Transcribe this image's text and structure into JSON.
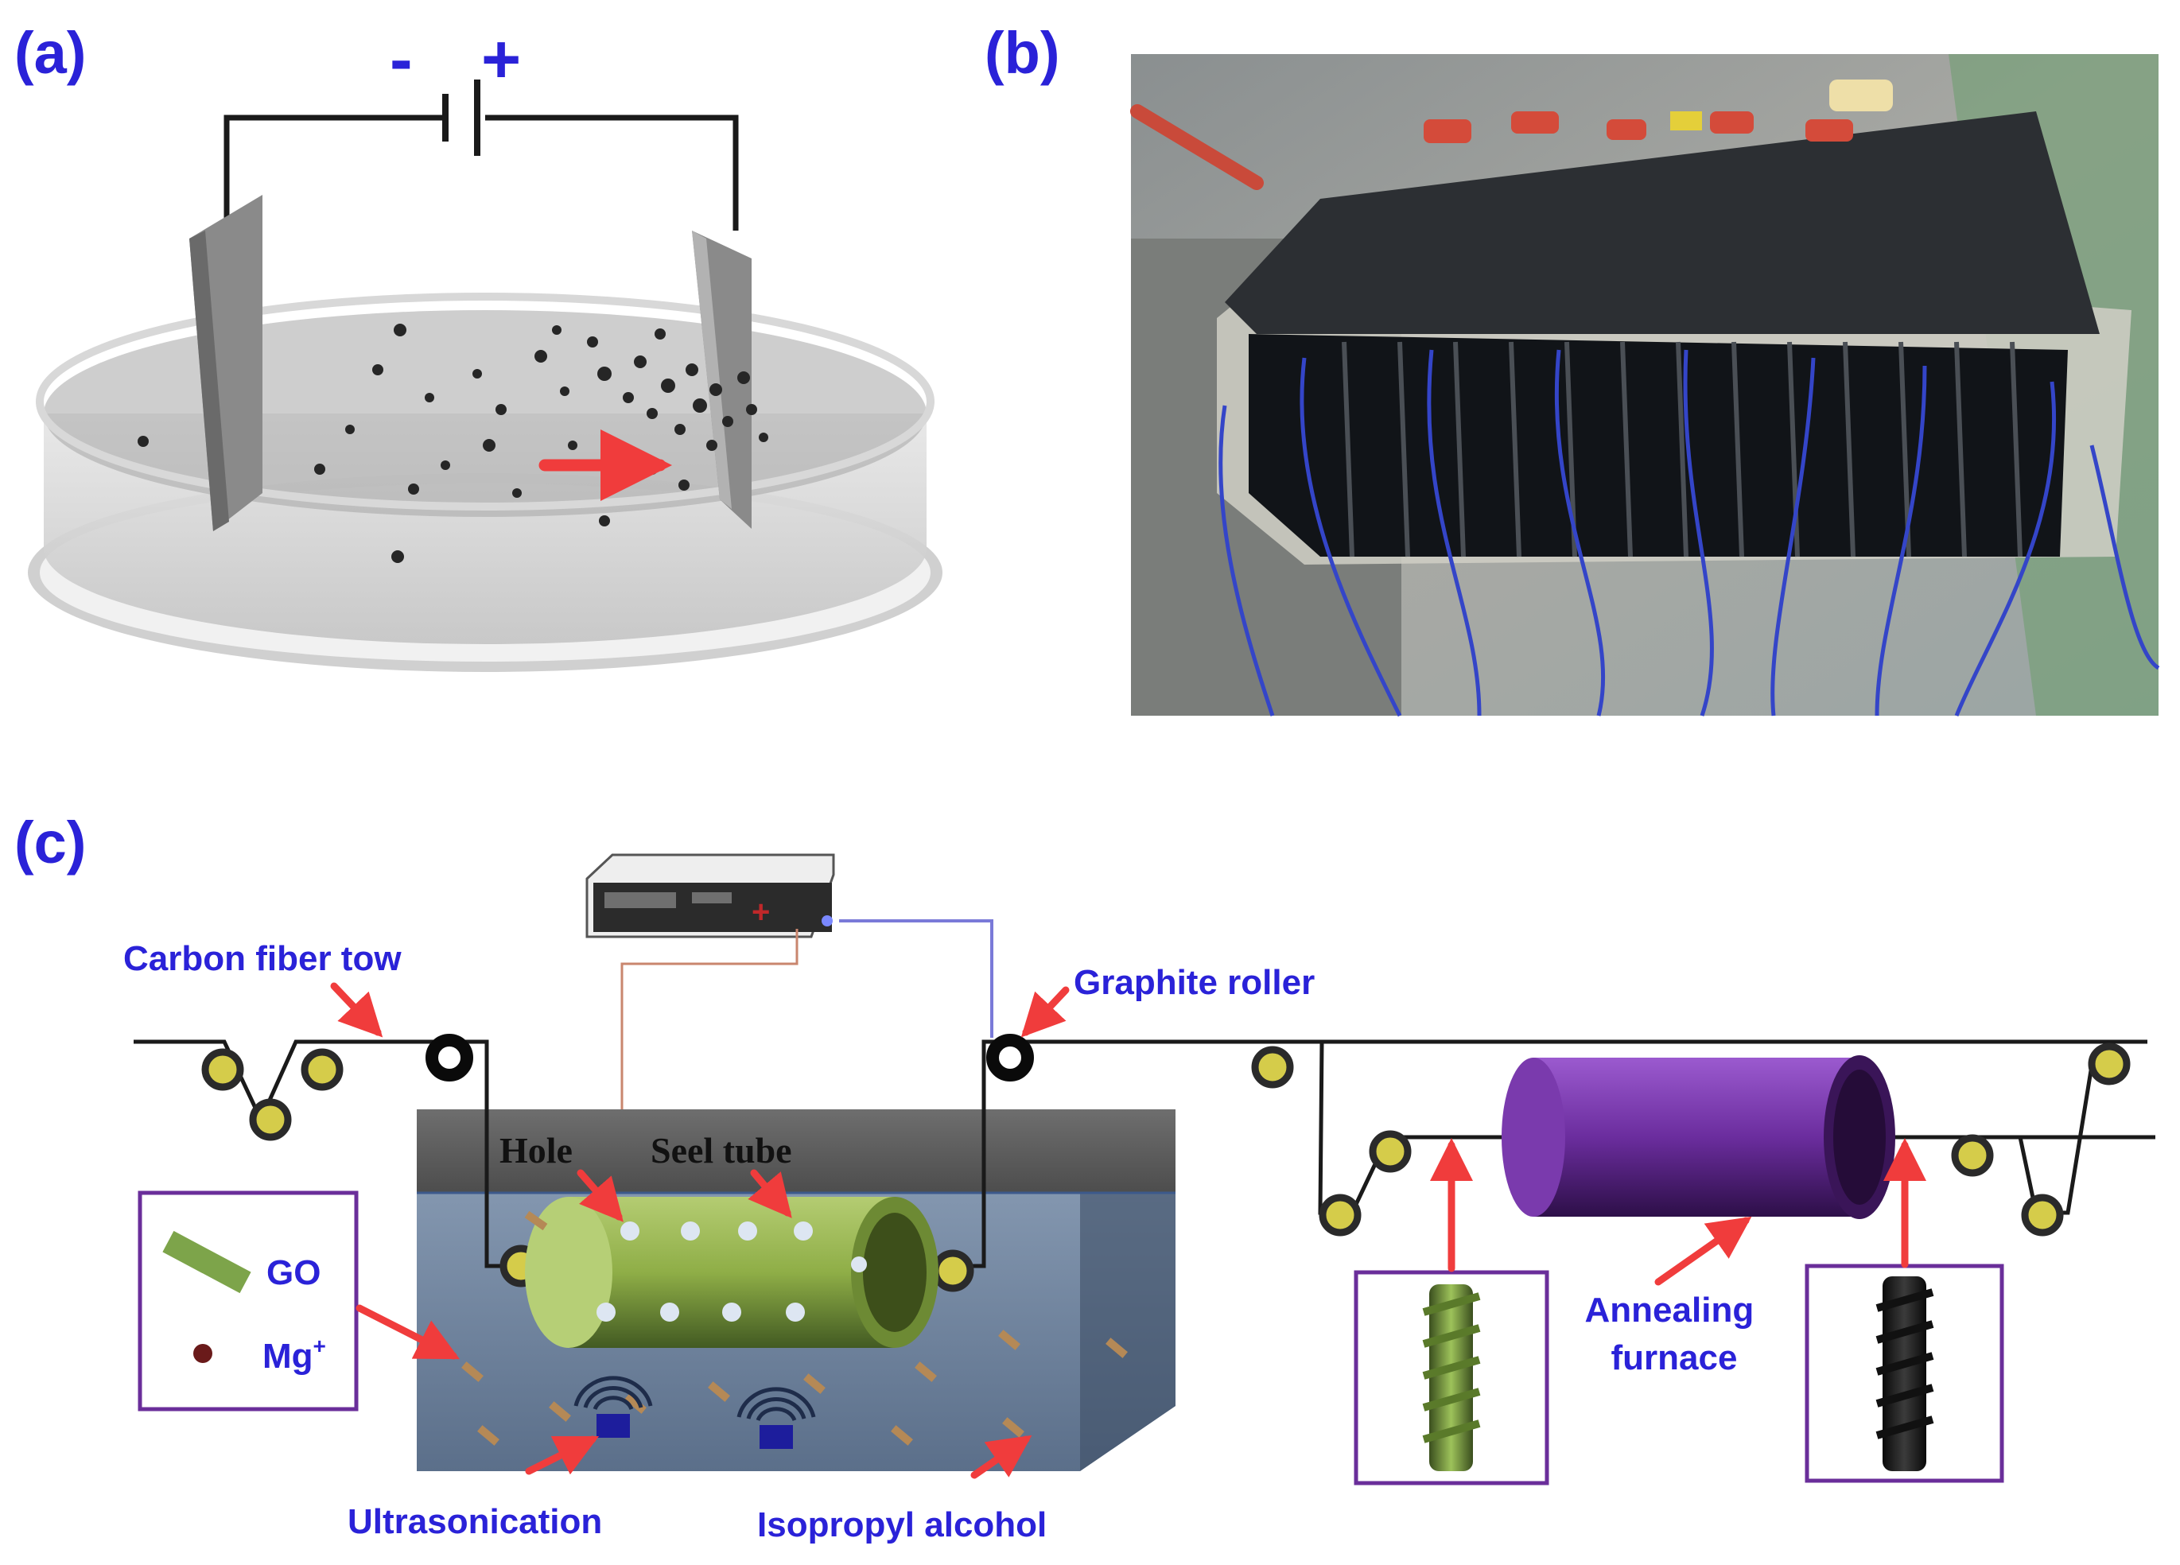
{
  "panels": {
    "a": {
      "label": "(a)",
      "polarity_minus": "-",
      "polarity_plus": "+"
    },
    "b": {
      "label": "(b)"
    },
    "c": {
      "label": "(c)",
      "labels": {
        "carbon_fiber_tow": "Carbon fiber tow",
        "graphite_roller": "Graphite roller",
        "hole": "Hole",
        "seel_tube": "Seel tube",
        "go": "GO",
        "mg_base": "Mg",
        "mg_sup": "+",
        "ultrasonication": "Ultrasonication",
        "isopropyl_alcohol": "Isopropyl alcohol",
        "annealing_furnace_line1": "Annealing",
        "annealing_furnace_line2": "furnace"
      }
    }
  },
  "colors": {
    "label_blue": "#2a22d8",
    "arrow_red": "#f03c3c",
    "box_purple": "#6a2e9a",
    "tank_liquid": "#7b8fa8",
    "tube_green": "#8fae47",
    "furnace_purple": "#6b2d9e",
    "cable_blue": "#3445c8"
  },
  "icons": {
    "power_source": "battery-symbol",
    "power_supply": "dc-power-supply-icon",
    "ultrasonic": "ultrasonic-transducer-icon"
  }
}
